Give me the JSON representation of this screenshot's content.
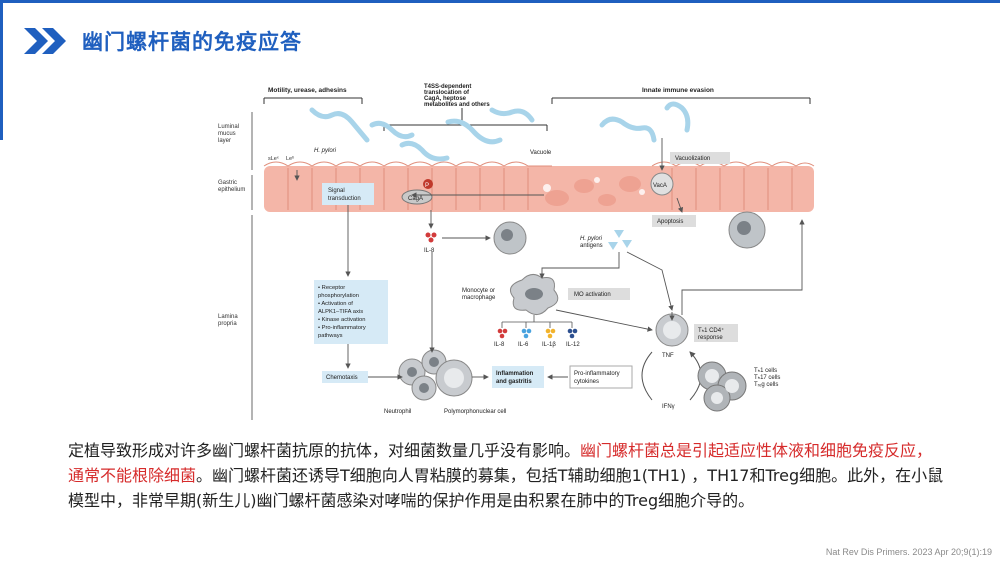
{
  "header": {
    "title": "幽门螺杆菌的免疫应答"
  },
  "figure": {
    "section_motility": "Motility, urease, adhesins",
    "section_t4ss_1": "T4SS-dependent",
    "section_t4ss_2": "translocation of",
    "section_t4ss_3": "CagA, heptose",
    "section_t4ss_4": "metabolites and others",
    "section_innate": "Innate immune evasion",
    "layer_luminal_1": "Luminal",
    "layer_luminal_2": "mucus",
    "layer_luminal_3": "layer",
    "layer_gastric_1": "Gastric",
    "layer_gastric_2": "epithelium",
    "layer_lamina_1": "Lamina",
    "layer_lamina_2": "propria",
    "sle": "sLeˣ",
    "leb": "Leᵇ",
    "hpylori": "H. pylori",
    "vacuole": "Vacuole",
    "vacuolization": "Vacuolization",
    "vaca": "VacA",
    "apoptosis": "Apoptosis",
    "signal_1": "Signal",
    "signal_2": "transduction",
    "p_label": "P",
    "caga": "CagA",
    "il8_top": "IL-8",
    "antigens_1": "H. pylori",
    "antigens_2": "antigens",
    "receptor_items": [
      "• Receptor",
      "  phosphorylation",
      "• Activation of",
      "  ALPK1–TIFA axis",
      "• Kinase activation",
      "• Pro-inflammatory",
      "  pathways"
    ],
    "monocyte_1": "Monocyte or",
    "monocyte_2": "macrophage",
    "mo_activation": "MO activation",
    "cytokines": [
      "IL-8",
      "IL-6",
      "IL-1β",
      "IL-12"
    ],
    "th1_1": "Tₕ1 CD4⁺",
    "th1_2": "response",
    "chemotaxis": "Chemotaxis",
    "inflammation_1": "Inflammation",
    "inflammation_2": "and gastritis",
    "proinflam_1": "Pro-inflammatory",
    "proinflam_2": "cytokines",
    "tnf": "TNF",
    "ifn": "IFNγ",
    "th_cells_1": "Tₕ1 cells",
    "th_cells_2": "Tₕ17 cells",
    "th_cells_3": "Tᵣₑg cells",
    "neutrophil": "Neutrophil",
    "pmn": "Polymorphonuclear cell"
  },
  "body": {
    "part1": "定植导致形成对许多幽门螺杆菌抗原的抗体，对细菌数量几乎没有影响。",
    "part2": "幽门螺杆菌总是引起适应性体液和细胞免疫反应，通常不能根除细菌",
    "part3": "。幽门螺杆菌还诱导T细胞向人胃粘膜的募集，包括T辅助细胞1(TH1) ，TH17和Treg细胞。此外，在小鼠模型中，非常早期(新生儿)幽门螺杆菌感染对哮喘的保护作用是由积累在肺中的Treg细胞介导的。"
  },
  "citation": "Nat Rev Dis Primers. 2023 Apr 20;9(1):19",
  "colors": {
    "accent": "#1f5fbf",
    "highlight": "#d62b2b",
    "epithelium": "#f4b6a8",
    "bacteria": "#a8d4ea"
  }
}
